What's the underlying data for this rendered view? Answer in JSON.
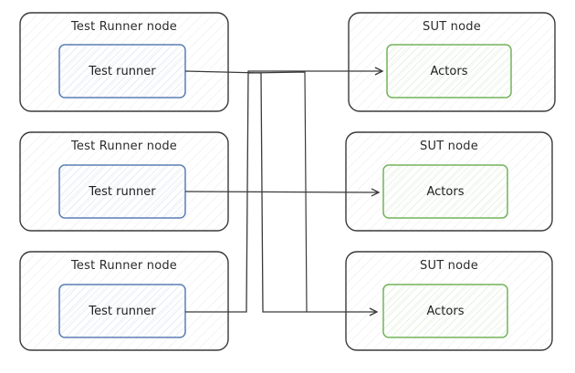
{
  "diagram": {
    "runner_nodes": [
      {
        "title": "Test Runner node",
        "inner_label": "Test runner"
      },
      {
        "title": "Test Runner node",
        "inner_label": "Test runner"
      },
      {
        "title": "Test Runner node",
        "inner_label": "Test runner"
      }
    ],
    "sut_nodes": [
      {
        "title": "SUT node",
        "inner_label": "Actors"
      },
      {
        "title": "SUT node",
        "inner_label": "Actors"
      },
      {
        "title": "SUT node",
        "inner_label": "Actors"
      }
    ],
    "colors": {
      "node_border": "#3a3a3a",
      "runner_inner_border": "#5b7fb4",
      "runner_inner_hatch": "#dbe6f5",
      "sut_inner_border": "#73b45a",
      "sut_inner_hatch": "#dcefd4",
      "node_hatch": "#ececec",
      "connector": "#3a3a3a"
    }
  }
}
